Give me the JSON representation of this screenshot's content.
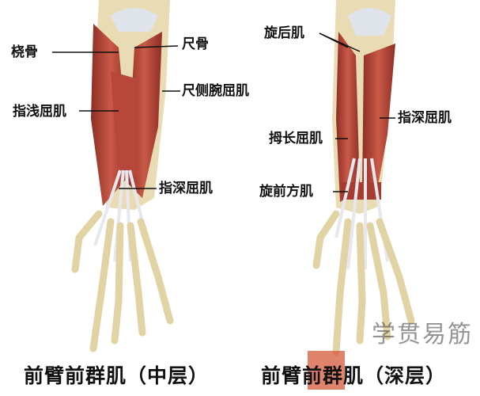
{
  "left_figure": {
    "title": "前臂前群肌（中层）",
    "labels": {
      "radius": "桡骨",
      "ulna": "尺骨",
      "fcu": "尺侧腕屈肌",
      "fds": "指浅屈肌",
      "fdp": "指深屈肌"
    }
  },
  "right_figure": {
    "title": "前臂前群肌（深层）",
    "labels": {
      "supinator": "旋后肌",
      "fdp": "指深屈肌",
      "fpl": "拇长屈肌",
      "pq": "旋前方肌"
    }
  },
  "watermark": "学贯易筋",
  "colors": {
    "muscle": "#b5453a",
    "bone": "#e9dcb4",
    "tendon": "#e6e8ee"
  }
}
